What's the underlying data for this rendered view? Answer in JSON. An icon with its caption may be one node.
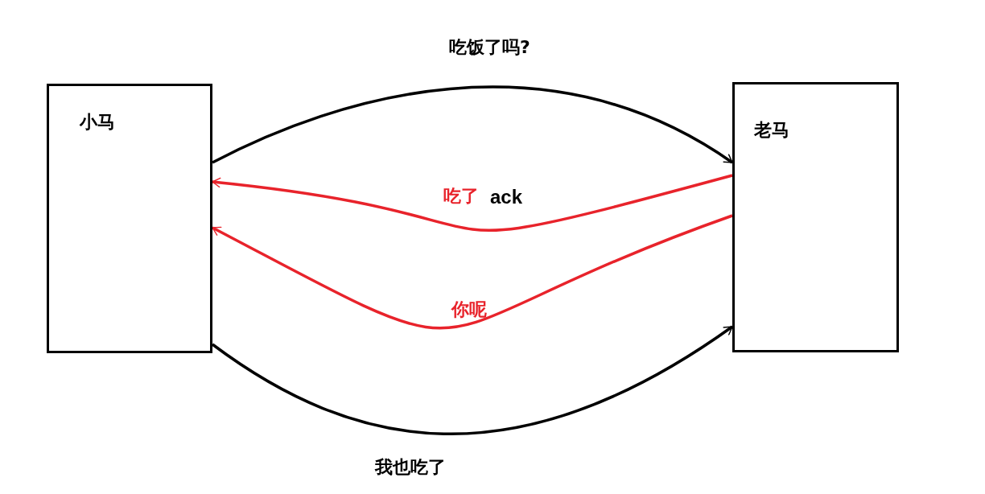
{
  "diagram": {
    "nodes": [
      {
        "text": [
          "小马"
        ]
      },
      {
        "text": [
          "老马"
        ]
      }
    ],
    "edges": [
      {
        "from": 0,
        "to": 1,
        "arrow": "to",
        "label": "吃饭了吗?"
      },
      {
        "from": 1,
        "to": 0,
        "arrow": "to",
        "label": "吃了",
        "color": "#e8232b"
      },
      {
        "from": 1,
        "to": 0,
        "arrow": "to",
        "label": "你呢",
        "color": "#e8232b"
      },
      {
        "from": 0,
        "to": 1,
        "arrow": "to",
        "label": "我也吃了"
      }
    ],
    "labels": [
      "ack"
    ]
  }
}
